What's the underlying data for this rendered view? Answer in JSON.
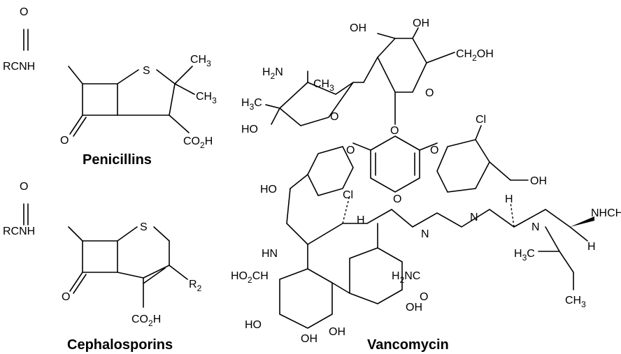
{
  "captions": {
    "penicillins": "Penicillins",
    "cephalosporins": "Cephalosporins",
    "vancomycin": "Vancomycin"
  },
  "atoms": {
    "pen": {
      "o": "O",
      "rcnh": "RCNH",
      "s": "S",
      "ch3_a": "CH",
      "ch3_b": "CH",
      "sub3": "3",
      "o2": "O",
      "co2h": "CO",
      "sub2": "2",
      "h": "H"
    },
    "ceph": {
      "o": "O",
      "rcnh": "RCNH",
      "s": "S",
      "o2": "O",
      "r": "R",
      "sub2": "2",
      "co2h": "CO",
      "h": "H"
    },
    "vanc": {
      "oh_top1": "OH",
      "oh_top2": "OH",
      "ch2oh": "CH",
      "ch2oh_tail": "OH",
      "o_ring": "O",
      "o_glyc": "O",
      "h2n": "H",
      "n": "N",
      "h3c": "H",
      "c": "C",
      "ch3": "CH",
      "o_sug": "O",
      "ho_sug": "HO",
      "cl1": "Cl",
      "cl2": "Cl",
      "o_ether1": "O",
      "o_ether2": "O",
      "o_link": "O",
      "ho_left": "HO",
      "oh_right": "OH",
      "h": "H",
      "o_carb": "O",
      "nh": "N",
      "hn": "HN",
      "ho2ch": "HO",
      "ho2ch_b": "CH",
      "h2nc": "H",
      "h2nc_b": "NC",
      "nhch3": "NHCH",
      "h3c_b": "H",
      "h3c_c": "C",
      "ho_bot1": "HO",
      "oh_bot1": "OH",
      "oh_bot2": "OH",
      "oh_bot3": "OH",
      "o_bot": "O",
      "sub2": "2",
      "sub3": "3"
    }
  }
}
